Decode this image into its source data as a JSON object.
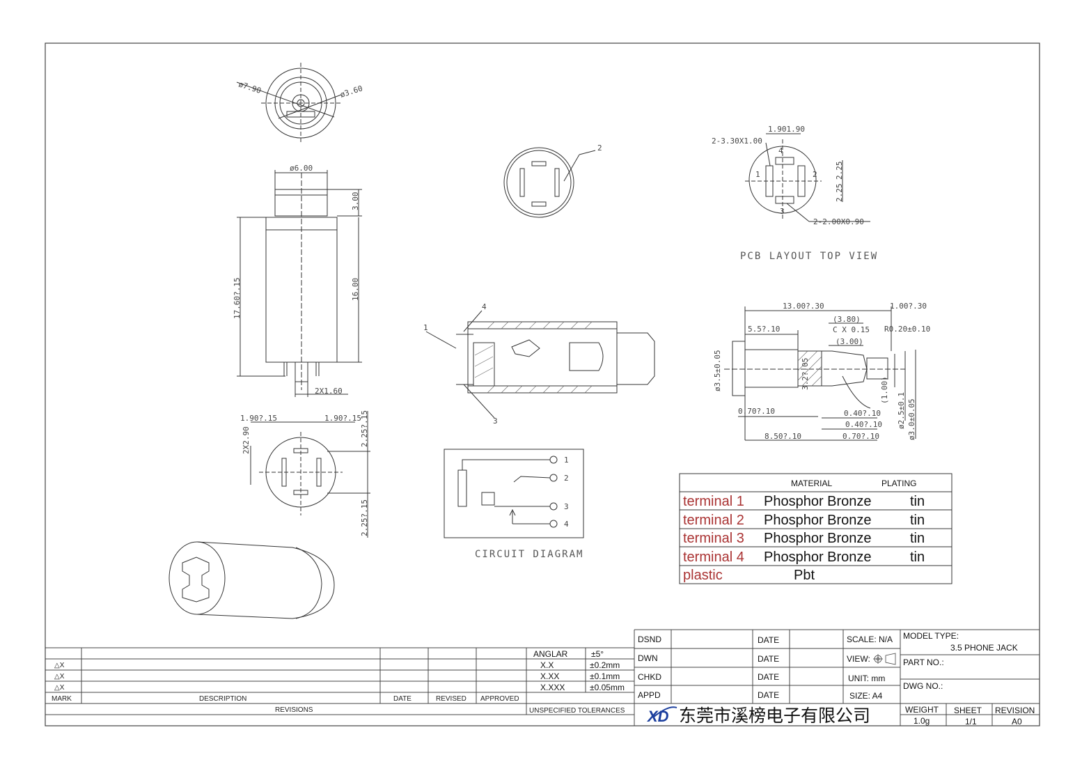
{
  "views": {
    "top_dims": {
      "d1": "ø7.90",
      "d2": "ø3.60"
    },
    "side_dims": {
      "top": "ø6.00",
      "h_cap": "3.00",
      "h_body": "16.00",
      "h_total": "17.60?.15",
      "pin": "2X1.60"
    },
    "bottom_dims": {
      "left": "1.90?.15",
      "right": "1.90?.15",
      "pitch": "2X2.90",
      "top_r": "2.25?.15",
      "bot_r": "2.25?.15"
    },
    "front_label": "2",
    "pcb": {
      "pad1": "2-3.30X1.00",
      "pitch": "1.901.90",
      "pad2": "2-2.00X0.90",
      "v1": "2.25",
      "v2": "2.25",
      "n1": "1",
      "n2": "2",
      "n3": "3",
      "n4": "4",
      "title": "PCB LAYOUT TOP VIEW"
    },
    "section": {
      "c1": "1",
      "c3": "3",
      "c4": "4"
    },
    "circuit": {
      "title": "CIRCUIT DIAGRAM",
      "p1": "1",
      "p2": "2",
      "p3": "3",
      "p4": "4"
    },
    "profile": {
      "len": "13.00?.30",
      "tip": "1.00?.30",
      "d380": "(3.80)",
      "cx": "C X 0.15",
      "r": "R0.20±0.10",
      "d300": "(3.00)",
      "l55": "5.5?.10",
      "dia35": "ø3.5±0.05",
      "d32": "3.2?.05",
      "d100": "(1.00)",
      "d25": "ø2.5±0.1",
      "d30": "ø3.0±0.05",
      "l07": "0.70?.10",
      "l04a": "0.40?.10",
      "l04b": "0.40?.10",
      "l85": "8.50?.10",
      "l07b": "0.70?.10"
    }
  },
  "materials": {
    "headers": {
      "material": "MATERIAL",
      "plating": "PLATING"
    },
    "rows": [
      {
        "part": "terminal 1",
        "material": "Phosphor Bronze",
        "plating": "tin"
      },
      {
        "part": "terminal 2",
        "material": "Phosphor Bronze",
        "plating": "tin"
      },
      {
        "part": "terminal 3",
        "material": "Phosphor Bronze",
        "plating": "tin"
      },
      {
        "part": "terminal 4",
        "material": "Phosphor Bronze",
        "plating": "tin"
      },
      {
        "part": "plastic",
        "material": "Pbt",
        "plating": ""
      }
    ]
  },
  "revisions": {
    "marks": [
      "△X",
      "△X",
      "△X"
    ],
    "headers": {
      "mark": "MARK",
      "description": "DESCRIPTION",
      "date": "DATE",
      "revised": "REVISED",
      "approved": "APPROVED"
    },
    "footer": "REVISIONS"
  },
  "tolerances": {
    "rows": [
      {
        "k": "ANGLAR",
        "v": "±5°"
      },
      {
        "k": "X.X",
        "v": "±0.2mm"
      },
      {
        "k": "X.XX",
        "v": "±0.1mm"
      },
      {
        "k": "X.XXX",
        "v": "±0.05mm"
      }
    ],
    "footer": "UNSPECIFIED TOLERANCES"
  },
  "titleblock": {
    "dsnd": "DSND",
    "dwn": "DWN",
    "chkd": "CHKD",
    "appd": "APPD",
    "date": "DATE",
    "scale": "SCALE: N/A",
    "view": "VIEW:",
    "unit": "UNIT: mm",
    "size": "SIZE: A4",
    "model_type_label": "MODEL TYPE:",
    "model_type": "3.5 PHONE JACK",
    "part_no": "PART NO.:",
    "dwg_no": "DWG NO.:",
    "weight_label": "WEIGHT",
    "weight": "1.0g",
    "sheet_label": "SHEET",
    "sheet": "1/1",
    "revision_label": "REVISION",
    "revision": "A0",
    "company": "东莞市溪榜电子有限公司",
    "logo": "XD"
  }
}
